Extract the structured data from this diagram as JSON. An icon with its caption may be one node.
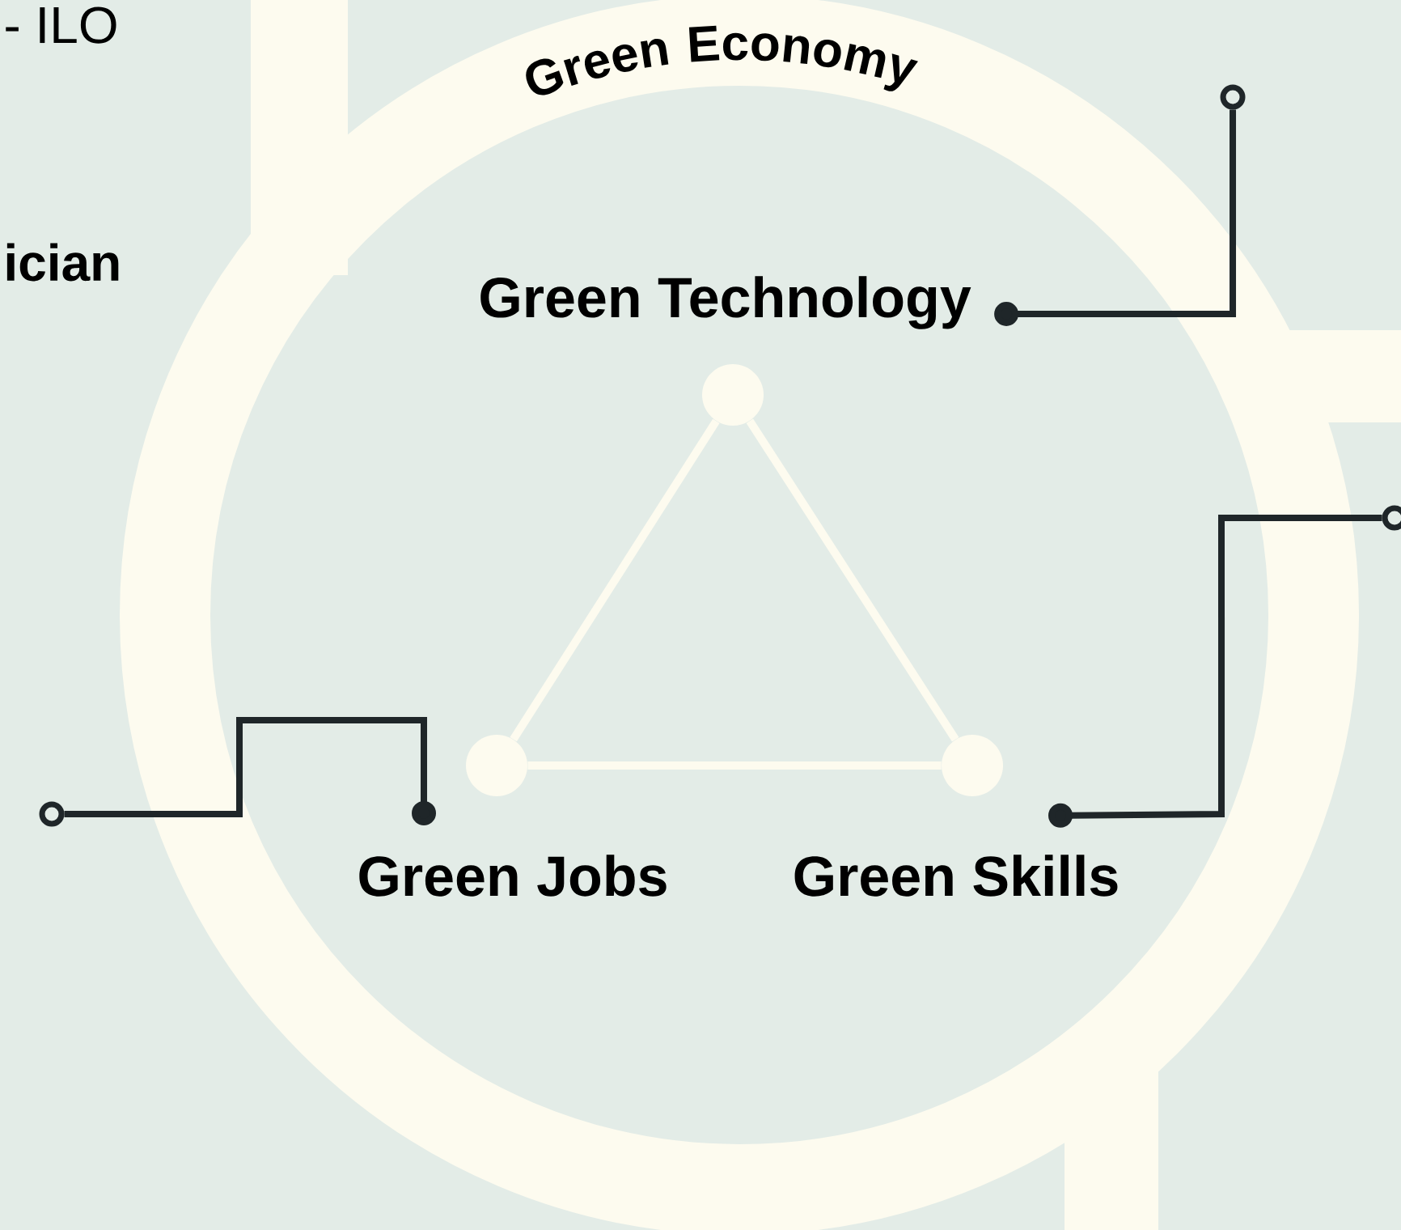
{
  "diagram": {
    "nodes": [
      {
        "text": [
          "Green Economy"
        ]
      },
      {
        "text": [
          "Green Technology"
        ],
        "in": 0
      },
      {
        "text": [
          "Green Jobs"
        ],
        "in": 0
      },
      {
        "text": [
          "Green Skills"
        ],
        "in": 0
      },
      {
        "text": [],
        "shape": "circle"
      },
      {
        "text": [],
        "shape": "circle"
      },
      {
        "text": [],
        "shape": "circle"
      },
      {
        "text": [],
        "shape": "circle",
        "in": 0
      },
      {
        "text": [],
        "shape": "circle",
        "in": 0
      },
      {
        "text": [],
        "shape": "circle",
        "in": 0
      }
    ],
    "edges": [
      {
        "from": 1,
        "to": 4,
        "arrow": "other",
        "color": "#1f2629"
      },
      {
        "from": 2,
        "to": 6,
        "arrow": "other",
        "color": "#1f2629"
      },
      {
        "from": 3,
        "to": 5,
        "arrow": "other",
        "color": "#1f2629"
      },
      {
        "from": 7,
        "to": 8,
        "arrow": "none",
        "color": "#fdfbef"
      },
      {
        "from": 8,
        "to": 9,
        "arrow": "none",
        "color": "#fdfbef"
      },
      {
        "from": 9,
        "to": 7,
        "arrow": "none",
        "color": "#fdfbef"
      }
    ],
    "labels": [
      "- ILO",
      "ician"
    ]
  }
}
